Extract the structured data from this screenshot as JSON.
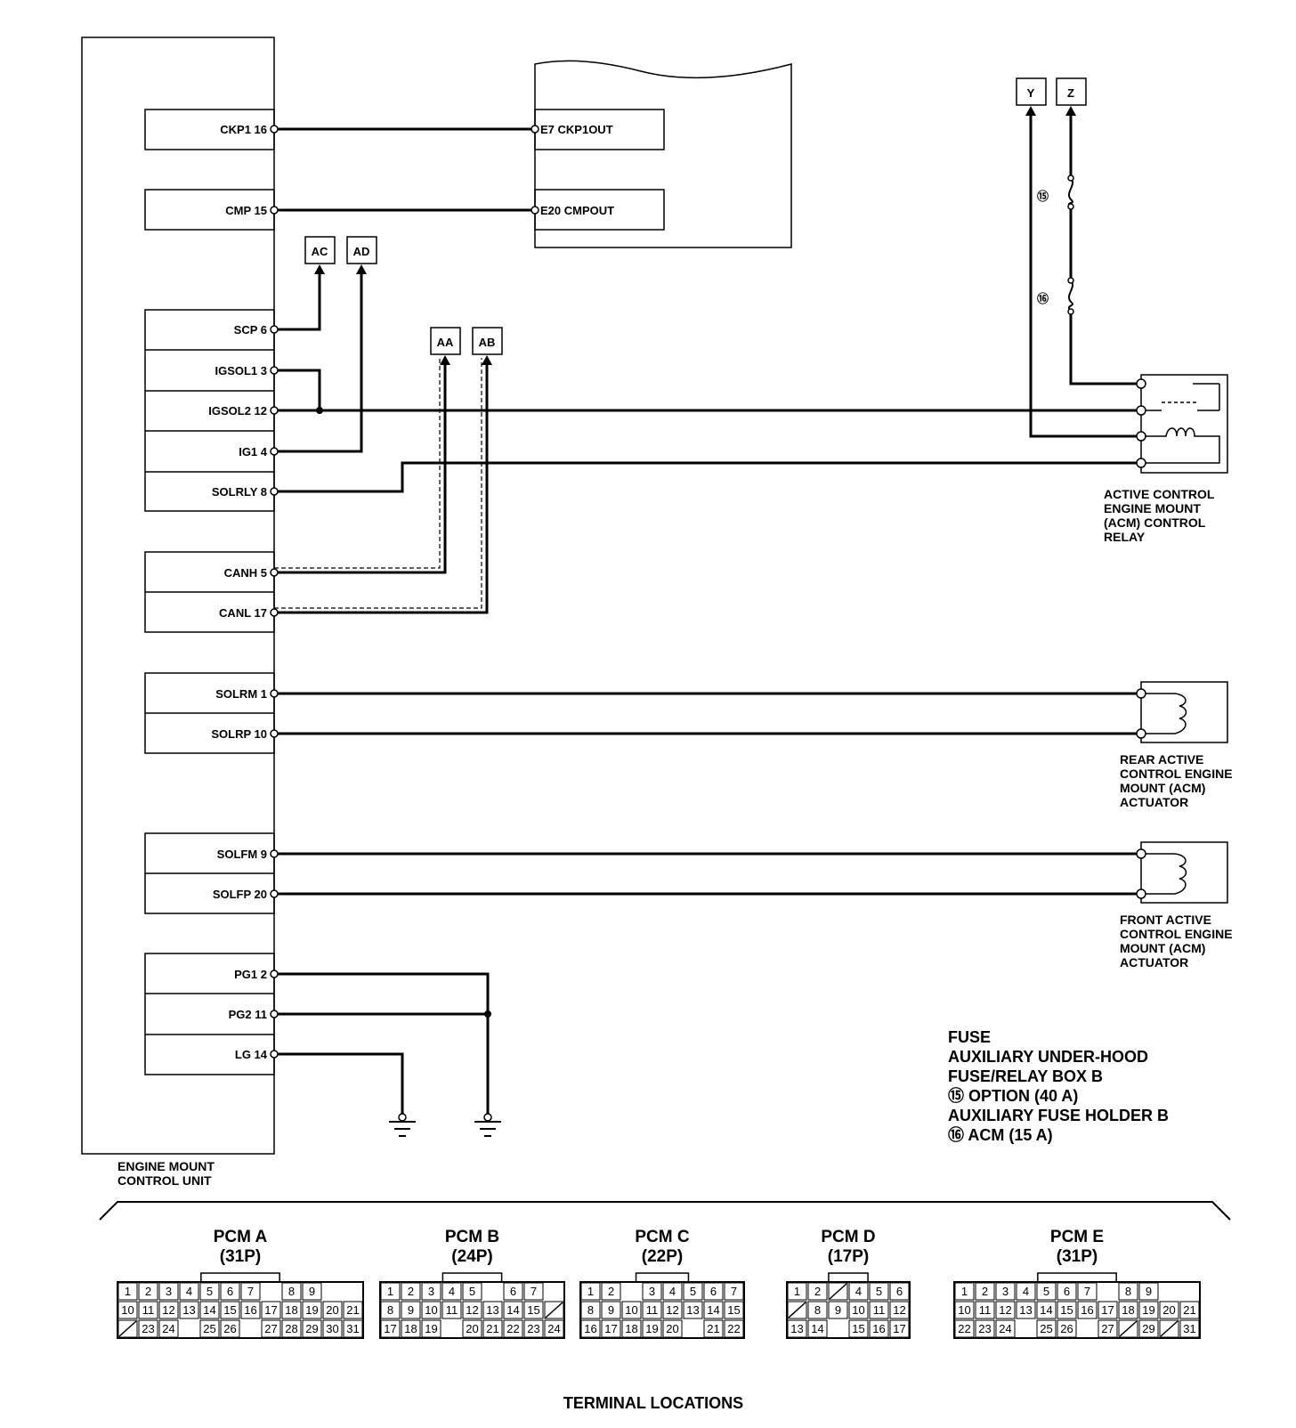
{
  "pins": [
    {
      "name": "CKP1 16"
    },
    {
      "name": "CMP 15"
    },
    {
      "name": "SCP 6"
    },
    {
      "name": "IGSOL1 3"
    },
    {
      "name": "IGSOL2 12"
    },
    {
      "name": "IG1 4"
    },
    {
      "name": "SOLRLY 8"
    },
    {
      "name": "CANH 5"
    },
    {
      "name": "CANL 17"
    },
    {
      "name": "SOLRM 1"
    },
    {
      "name": "SOLRP 10"
    },
    {
      "name": "SOLFM 9"
    },
    {
      "name": "SOLFP 20"
    },
    {
      "name": "PG1 2"
    },
    {
      "name": "PG2 11"
    },
    {
      "name": "LG 14"
    }
  ],
  "pcm_pins": [
    "E7 CKP1OUT",
    "E20 CMPOUT"
  ],
  "connectors": [
    "AC",
    "AD",
    "AA",
    "AB",
    "Y",
    "Z"
  ],
  "fuse_marks": [
    "⑮",
    "⑯"
  ],
  "unit_label": [
    "ENGINE MOUNT",
    "CONTROL UNIT"
  ],
  "relay_label": [
    "ACTIVE CONTROL",
    "ENGINE MOUNT",
    "(ACM) CONTROL",
    "RELAY"
  ],
  "rear_label": [
    "REAR ACTIVE",
    "CONTROL ENGINE",
    "MOUNT (ACM)",
    "ACTUATOR"
  ],
  "front_label": [
    "FRONT ACTIVE",
    "CONTROL ENGINE",
    "MOUNT (ACM)",
    "ACTUATOR"
  ],
  "fuse_legend": [
    "FUSE",
    "AUXILIARY UNDER-HOOD",
    "FUSE/RELAY BOX B",
    "⑮ OPTION (40 A)",
    "AUXILIARY FUSE HOLDER B",
    "⑯ ACM (15 A)"
  ],
  "terminal_title": "TERMINAL LOCATIONS",
  "pcm_connectors": [
    {
      "name": "PCM A",
      "pins": "(31P)",
      "rows": [
        [
          "1",
          "2",
          "3",
          "4",
          "5",
          "6",
          "7",
          "",
          "8",
          "9"
        ],
        [
          "10",
          "11",
          "12",
          "13",
          "14",
          "15",
          "16",
          "17",
          "18",
          "19",
          "20",
          "21"
        ],
        [
          "/",
          "23",
          "24",
          "",
          "25",
          "26",
          "",
          "27",
          "28",
          "29",
          "30",
          "31"
        ]
      ]
    },
    {
      "name": "PCM B",
      "pins": "(24P)",
      "rows": [
        [
          "1",
          "2",
          "3",
          "4",
          "5",
          "",
          "6",
          "7"
        ],
        [
          "8",
          "9",
          "10",
          "11",
          "12",
          "13",
          "14",
          "15",
          "/"
        ],
        [
          "17",
          "18",
          "19",
          "",
          "20",
          "21",
          "22",
          "23",
          "24"
        ]
      ]
    },
    {
      "name": "PCM C",
      "pins": "(22P)",
      "rows": [
        [
          "1",
          "2",
          "",
          "3",
          "4",
          "5",
          "6",
          "7"
        ],
        [
          "8",
          "9",
          "10",
          "11",
          "12",
          "13",
          "14",
          "15"
        ],
        [
          "16",
          "17",
          "18",
          "19",
          "20",
          "",
          "21",
          "22"
        ]
      ]
    },
    {
      "name": "PCM D",
      "pins": "(17P)",
      "rows": [
        [
          "1",
          "2",
          "/",
          "4",
          "5",
          "6"
        ],
        [
          "/",
          "8",
          "9",
          "10",
          "11",
          "12"
        ],
        [
          "13",
          "14",
          "",
          "15",
          "16",
          "17"
        ]
      ]
    },
    {
      "name": "PCM E",
      "pins": "(31P)",
      "rows": [
        [
          "1",
          "2",
          "3",
          "4",
          "5",
          "6",
          "7",
          "",
          "8",
          "9"
        ],
        [
          "10",
          "11",
          "12",
          "13",
          "14",
          "15",
          "16",
          "17",
          "18",
          "19",
          "20",
          "21"
        ],
        [
          "22",
          "23",
          "24",
          "",
          "25",
          "26",
          "",
          "27",
          "/",
          "29",
          "/",
          "31"
        ]
      ]
    }
  ]
}
